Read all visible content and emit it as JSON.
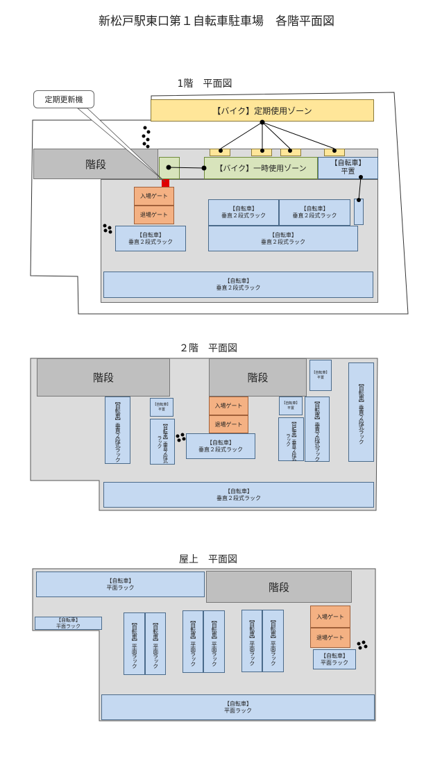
{
  "title": "新松戸駅東口第１自転車駐車場　各階平面図",
  "floor1": {
    "title": "1階　平面図",
    "callout": "定期更新機",
    "stairs": "階段",
    "bike_regular": "【バイク】定期使用ゾーン",
    "bike_temp": "【バイク】一時使用ゾーン",
    "flat": "【自転車】\n平置",
    "entry_gate": "入場ゲート",
    "exit_gate": "退場ゲート",
    "rack_vertical": "【自転車】\n垂直２段式ラック"
  },
  "floor2": {
    "title": "２階　平面図",
    "stairs": "階段",
    "entry_gate": "入場ゲート",
    "exit_gate": "退場ゲート",
    "rack_vertical": "【自転車】\n垂直２段式ラック",
    "rack_vertical_v": "【自転車】垂直２段式ラック",
    "flat_small": "【自転車】\n平置"
  },
  "rooftop": {
    "title": "屋上　平面図",
    "stairs": "階段",
    "entry_gate": "入場ゲート",
    "exit_gate": "退場ゲート",
    "rack_flat": "【自転車】\n平面ラック",
    "rack_flat_v": "【自転車】平面ラック"
  },
  "colors": {
    "rack": "#c5d9f1",
    "gate": "#f4b183",
    "bike_zone": "#d8e4bc",
    "bike_regular": "#ffe699",
    "stairs": "#bfbfbf",
    "floor": "#dcdcdc",
    "renewal_machine": "#e00000"
  }
}
